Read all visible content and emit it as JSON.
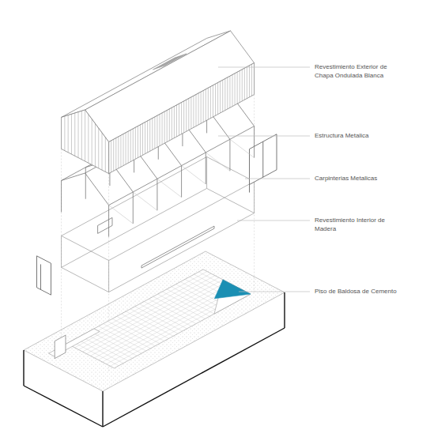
{
  "diagram": {
    "labels": [
      "Revestimiento Exterior de Chapa Ondulada Blanca",
      "Estructura Metalica",
      "Carpinterias Metalicas",
      "Revestimiento Interior de Madera",
      "Piso de Baldosa de Cemento"
    ]
  }
}
